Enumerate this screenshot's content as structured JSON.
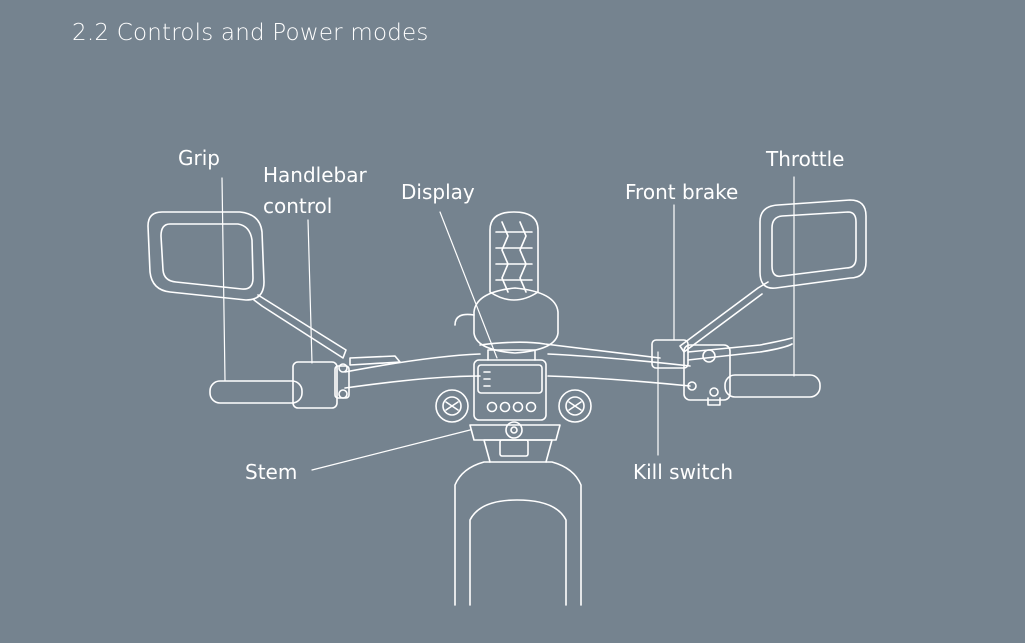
{
  "title": "2.2 Controls and Power modes",
  "labels": {
    "grip": "Grip",
    "handlebar_control_line1": "Handlebar",
    "handlebar_control_line2": "control",
    "display": "Display",
    "front_brake": "Front brake",
    "throttle": "Throttle",
    "stem": "Stem",
    "kill_switch": "Kill switch"
  },
  "colors": {
    "background": "#75838f",
    "line": "#ffffff",
    "text": "#ffffff"
  }
}
